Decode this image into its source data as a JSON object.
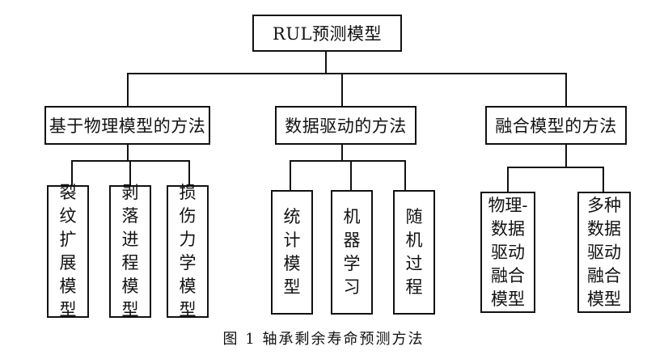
{
  "root": {
    "label": "RUL预测模型"
  },
  "categories": [
    {
      "label": "基于物理模型的方法",
      "children": [
        "裂纹扩展模型",
        "剥落进程模型",
        "损伤力学模型"
      ]
    },
    {
      "label": "数据驱动的方法",
      "children": [
        "统计模型",
        "机器学习",
        "随机过程"
      ]
    },
    {
      "label": "融合模型的方法",
      "children": [
        "物理-数据驱动融合模型",
        "多种数据驱动融合模型"
      ]
    }
  ],
  "caption": "图 1  轴承剩余寿命预测方法"
}
